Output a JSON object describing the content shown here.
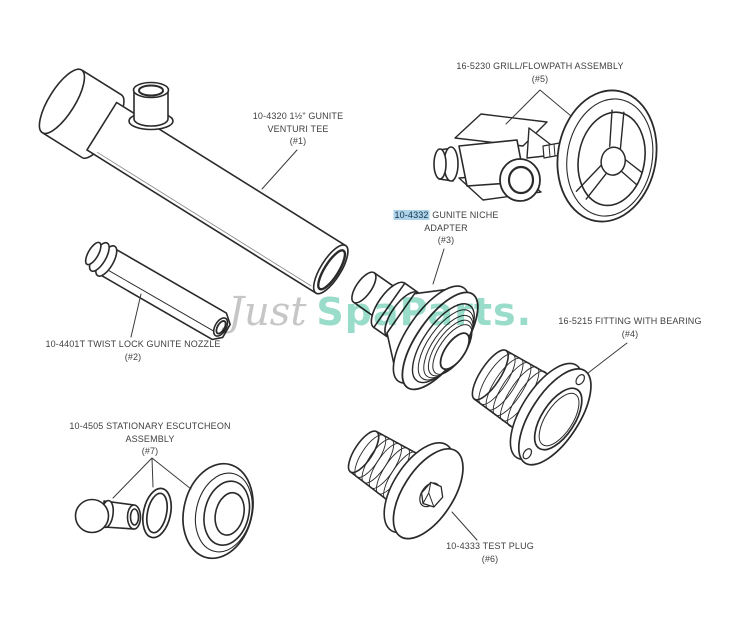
{
  "watermark": {
    "word1": "Just",
    "word2": "SpaParts."
  },
  "labels": {
    "venturi_tee": {
      "l1": "10-4320 1½\" GUNITE",
      "l2": "VENTURI TEE",
      "num": "(#1)"
    },
    "grill_flowpath": {
      "l1": "16-5230 GRILL/FLOWPATH ASSEMBLY",
      "num": "(#5)"
    },
    "niche_adapter": {
      "part_no": "10-4332",
      "l1_rest": "GUNITE NICHE",
      "l2": "ADAPTER",
      "num": "(#3)"
    },
    "fitting_bearing": {
      "l1": "16-5215 FITTING WITH BEARING",
      "num": "(#4)"
    },
    "twist_lock_nozzle": {
      "l1": "10-4401T TWIST LOCK GUNITE NOZZLE",
      "num": "(#2)"
    },
    "escutcheon": {
      "l1": "10-4505 STATIONARY ESCUTCHEON",
      "l2": "ASSEMBLY",
      "num": "(#7)"
    },
    "test_plug": {
      "l1": "10-4333 TEST PLUG",
      "num": "(#6)"
    }
  },
  "colors": {
    "line": "#2a2a2a",
    "label_text": "#3f3f3f",
    "highlight_bg": "#aed3e8",
    "highlight_text": "#14324d",
    "watermark_gray": "#c6c6c6",
    "watermark_teal": "#5cc6aa"
  }
}
